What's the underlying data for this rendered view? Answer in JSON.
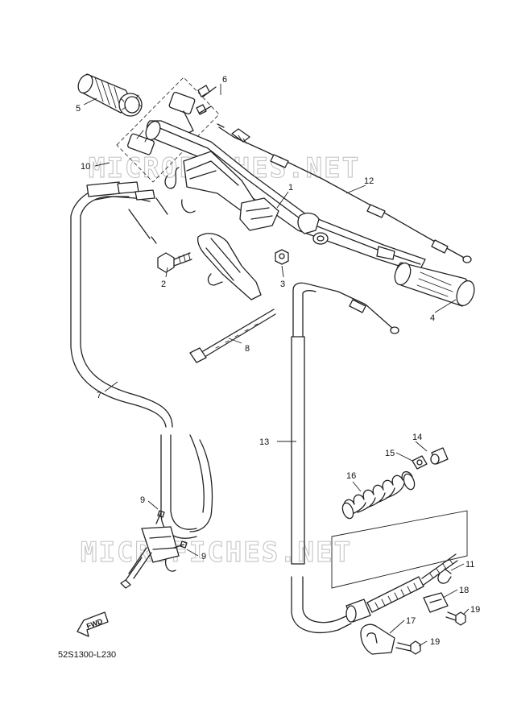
{
  "diagram": {
    "code": "52S1300-L230",
    "watermark": "MICROFICHES.NET",
    "direction_mark": "FWD",
    "callouts": [
      "1",
      "2",
      "3",
      "4",
      "5",
      "6",
      "7",
      "8",
      "9",
      "9",
      "10",
      "11",
      "12",
      "13",
      "14",
      "15",
      "16",
      "17",
      "18",
      "19",
      "19"
    ]
  }
}
